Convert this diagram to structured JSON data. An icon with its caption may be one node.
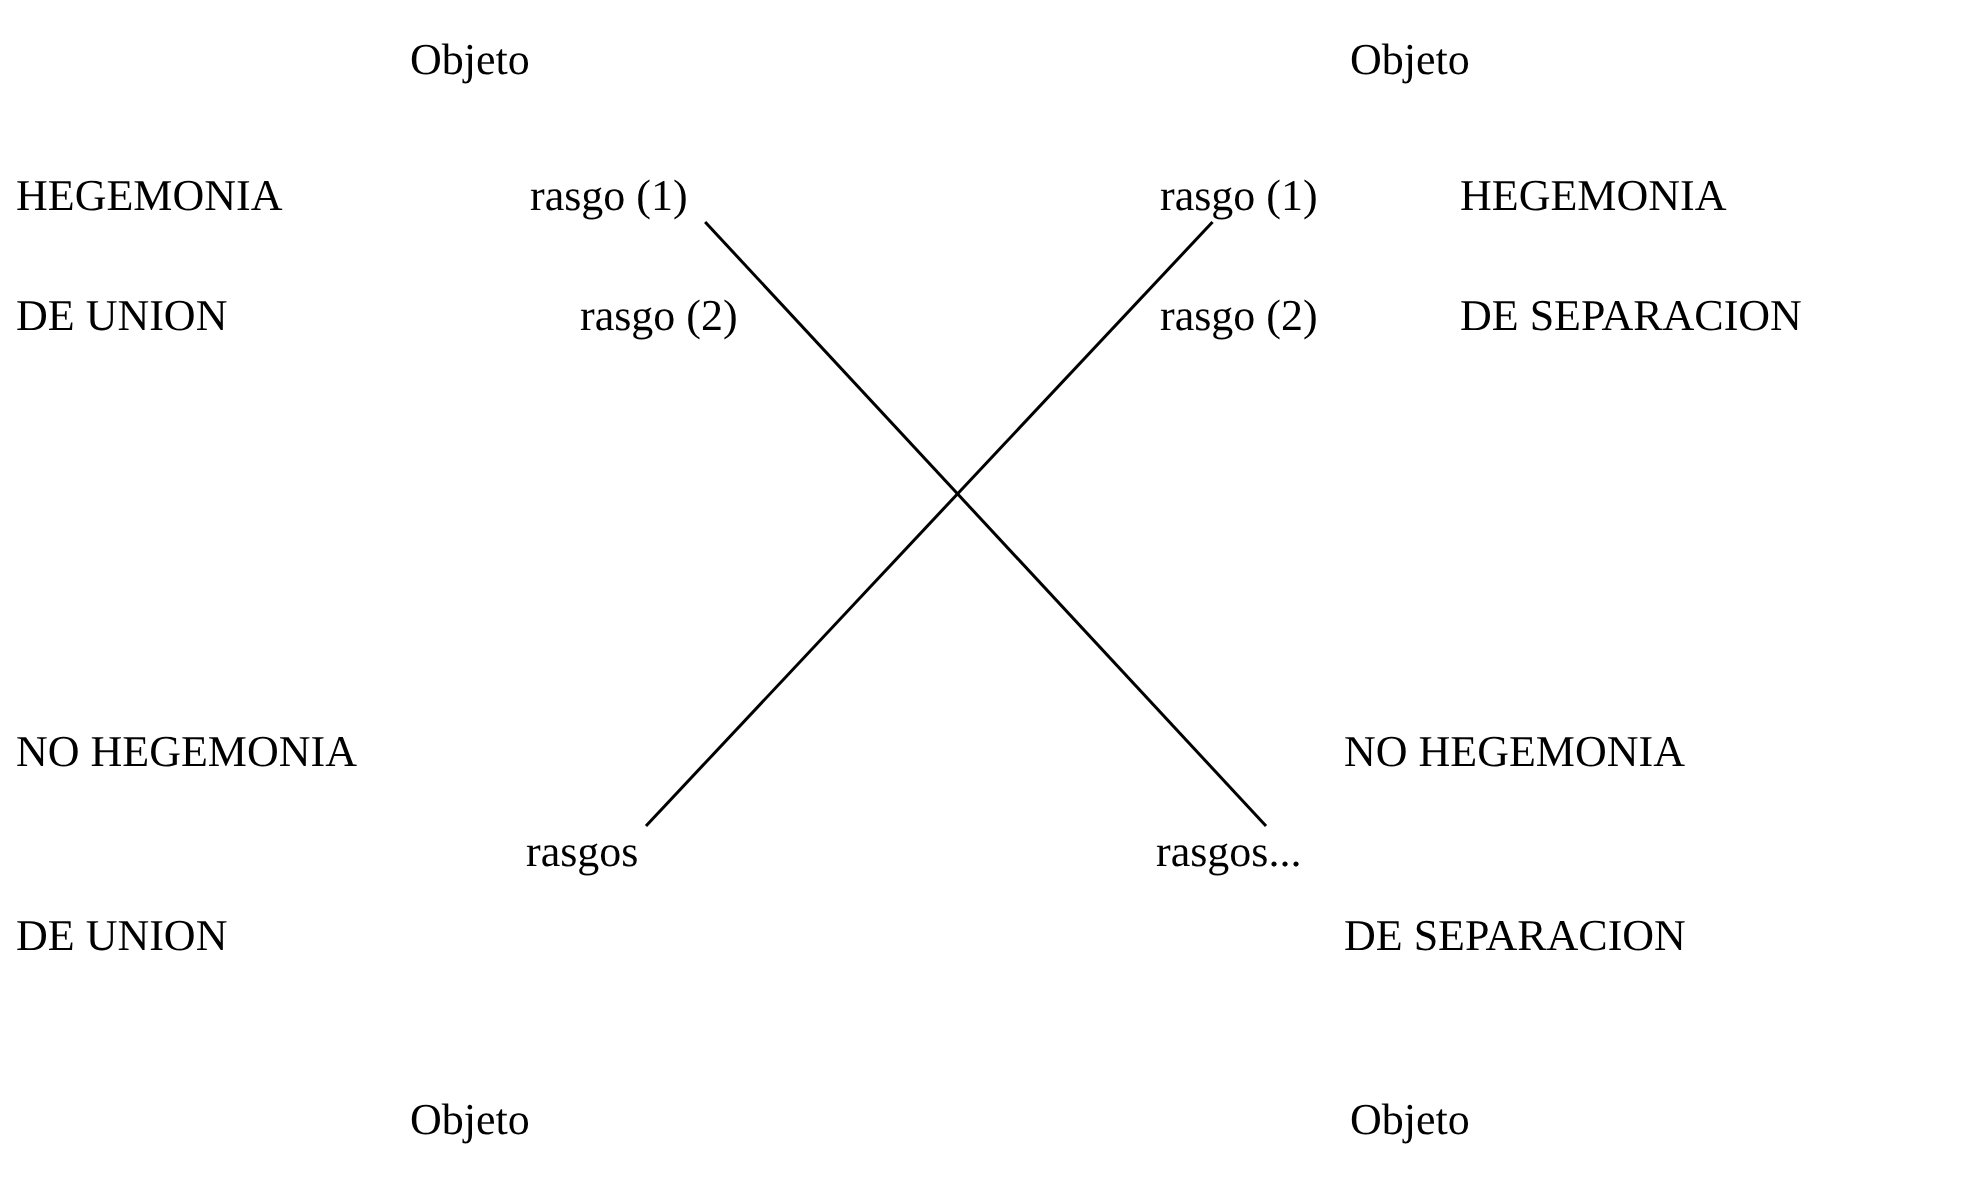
{
  "diagram": {
    "nodes": [
      {
        "text": [
          "rasgo (1)"
        ]
      },
      {
        "text": [
          "rasgo (1)"
        ]
      },
      {
        "text": [
          "rasgos"
        ]
      },
      {
        "text": [
          "rasgos..."
        ]
      }
    ],
    "edges": [
      {
        "from": 0,
        "to": 3,
        "arrow": "none"
      },
      {
        "from": 1,
        "to": 2,
        "arrow": "none"
      }
    ],
    "labels": [
      "Objeto",
      "Objeto",
      "HEGEMONIA",
      "HEGEMONIA",
      "DE UNION",
      "rasgo (2)",
      "rasgo (2)",
      "DE SEPARACION",
      "NO HEGEMONIA",
      "NO HEGEMONIA",
      "DE UNION",
      "DE SEPARACION",
      "Objeto",
      "Objeto"
    ]
  }
}
